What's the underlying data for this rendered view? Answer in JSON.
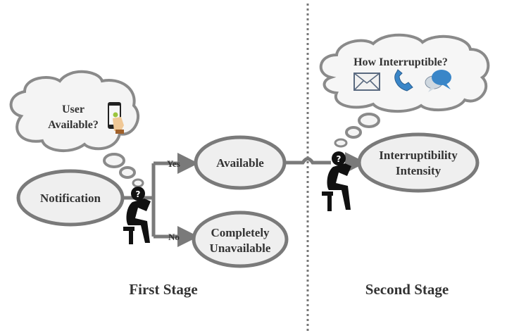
{
  "colors": {
    "stroke": "#7a7a7a",
    "fill_ellipse": "#efefef",
    "text": "#333333",
    "figure": "#111111",
    "accent_blue": "#3a86c8"
  },
  "stage1": {
    "title": "First Stage",
    "thought": {
      "line1": "User",
      "line2": "Available?"
    },
    "nodes": {
      "notification": "Notification",
      "available": "Available",
      "unavailable_line1": "Completely",
      "unavailable_line2": "Unavailable"
    },
    "branches": {
      "yes": "Yes",
      "no": "No"
    }
  },
  "stage2": {
    "title": "Second Stage",
    "thought": {
      "text": "How Interruptible?",
      "icons": [
        "email-icon",
        "phone-icon",
        "chat-icon"
      ]
    },
    "nodes": {
      "intensity_line1": "Interruptibility",
      "intensity_line2": "Intensity"
    }
  },
  "person_glyph": "?"
}
